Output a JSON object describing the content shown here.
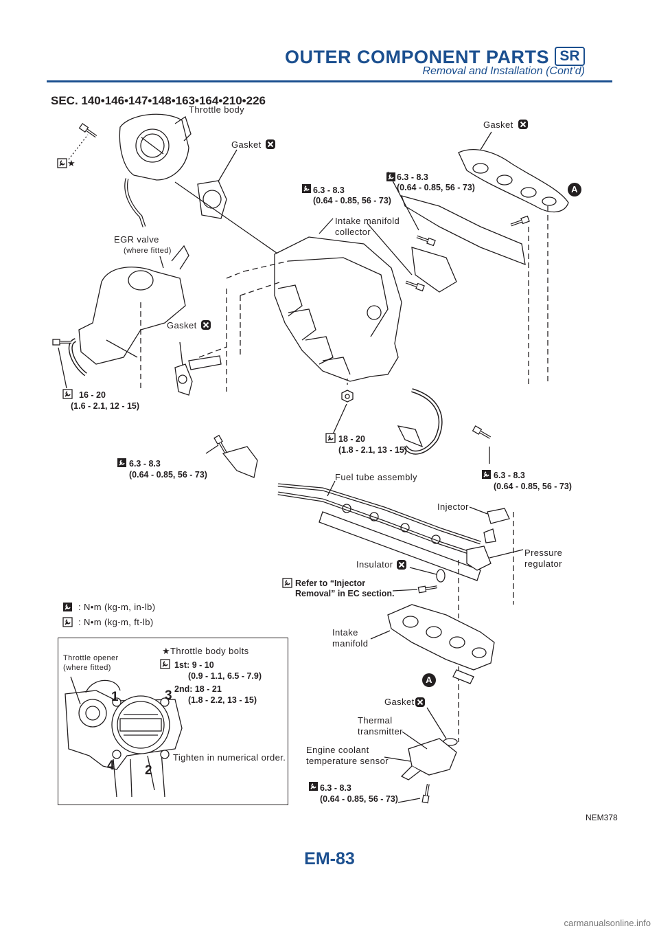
{
  "header": {
    "title": "OUTER COMPONENT PARTS",
    "badge": "SR",
    "subtitle": "Removal and Installation (Cont’d)"
  },
  "section_ref": "SEC. 140•146•147•148•163•164•210•226",
  "labels": {
    "throttle_body": "Throttle body",
    "gasket": "Gasket",
    "egr_valve": "EGR valve",
    "where_fitted": "(where fitted)",
    "intake_manifold_collector_1": "Intake manifold",
    "intake_manifold_collector_2": "collector",
    "fuel_tube_assembly": "Fuel tube assembly",
    "injector": "Injector",
    "pressure_regulator_1": "Pressure",
    "pressure_regulator_2": "regulator",
    "insulator": "Insulator",
    "intake_manifold_1": "Intake",
    "intake_manifold_2": "manifold",
    "thermal_transmitter_1": "Thermal",
    "thermal_transmitter_2": "transmitter",
    "coolant_sensor_1": "Engine coolant",
    "coolant_sensor_2": "temperature sensor",
    "callout_a": "A",
    "star": "★"
  },
  "torques": {
    "t1_a": "6.3 - 8.3",
    "t1_b": "(0.64 - 0.85, 56 - 73)",
    "t2_a": "6.3 - 8.3",
    "t2_b": "(0.64 - 0.85, 56 - 73)",
    "t3_a": "16 - 20",
    "t3_b": "(1.6 - 2.1, 12 - 15)",
    "t4_a": "18 - 20",
    "t4_b": "(1.8 - 2.1, 13 - 15)",
    "t5_a": "6.3 - 8.3",
    "t5_b": "(0.64 - 0.85, 56 - 73)",
    "t6_a": "6.3 - 8.3",
    "t6_b": "(0.64 - 0.85, 56 - 73)",
    "t7_a": "6.3 - 8.3",
    "t7_b": "(0.64 - 0.85, 56 - 73)",
    "injector_ref_1": "Refer to “Injector",
    "injector_ref_2": "Removal” in EC section."
  },
  "legend": {
    "inlb": ": N•m (kg-m, in-lb)",
    "ftlb": ": N•m (kg-m, ft-lb)"
  },
  "inset": {
    "throttle_opener_1": "Throttle opener",
    "throttle_opener_2": "(where fitted)",
    "bolts_title": "Throttle body bolts",
    "first_a": "1st: 9 - 10",
    "first_b": "(0.9 - 1.1, 6.5 - 7.9)",
    "second_a": "2nd: 18 - 21",
    "second_b": "(1.8 - 2.2, 13 - 15)",
    "order_note": "Tighten in numerical order.",
    "n1": "1",
    "n2": "2",
    "n3": "3",
    "n4": "4"
  },
  "doc_id": "NEM378",
  "page_number": "EM-83",
  "watermark": "carmanualsonline.info"
}
